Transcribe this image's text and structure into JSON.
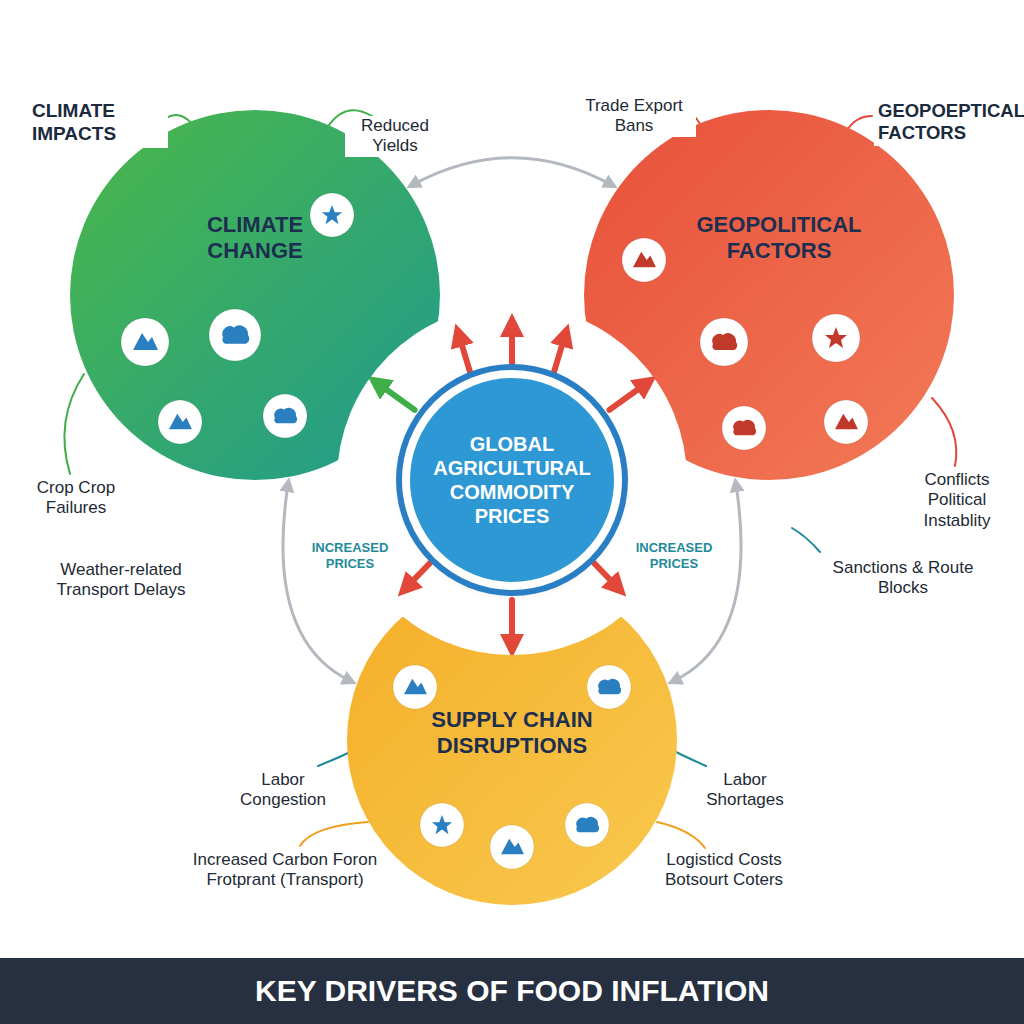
{
  "diagram": {
    "title": "KEY DRIVERS OF FOOD INFLATION",
    "nodes": [
      {
        "text": [
          "CLIMATE IMPACTS",
          "CLIMATE CHANGE"
        ]
      },
      {
        "text": [
          "GEOPOEPTICAL FACTORS",
          "GEOPOLITICAL FACTORS"
        ]
      },
      {
        "text": [
          "GLOBAL AGRICULTURAL COMMODITY PRICES"
        ]
      },
      {
        "text": [
          "SUPPLY CHAIN DISRUPTIONS"
        ]
      }
    ],
    "edges": [
      {
        "from": 2,
        "to": 0,
        "arrow": "to"
      },
      {
        "from": 2,
        "to": 1,
        "arrow": "to"
      },
      {
        "from": 2,
        "to": 3,
        "arrow": "to"
      },
      {
        "from": 0,
        "to": 1,
        "arrow": "both"
      },
      {
        "from": 1,
        "to": 3,
        "arrow": "both"
      },
      {
        "from": 0,
        "to": 3,
        "arrow": "both"
      }
    ],
    "labels": [
      "Reduced Yields",
      "Trade Export Bans",
      "Crop Crop Failures",
      "Weather-related Transport Delays",
      "Conflicts Political Instablity",
      "Sanctions & Route Blocks",
      "Labor Congestion",
      "Increased Carbon Foron Frotprant (Transport)",
      "Labor Shortages",
      "Logisticd Costs Botsourt Coters",
      "INCREASED PRICES",
      "INCREASED PRICES"
    ]
  }
}
